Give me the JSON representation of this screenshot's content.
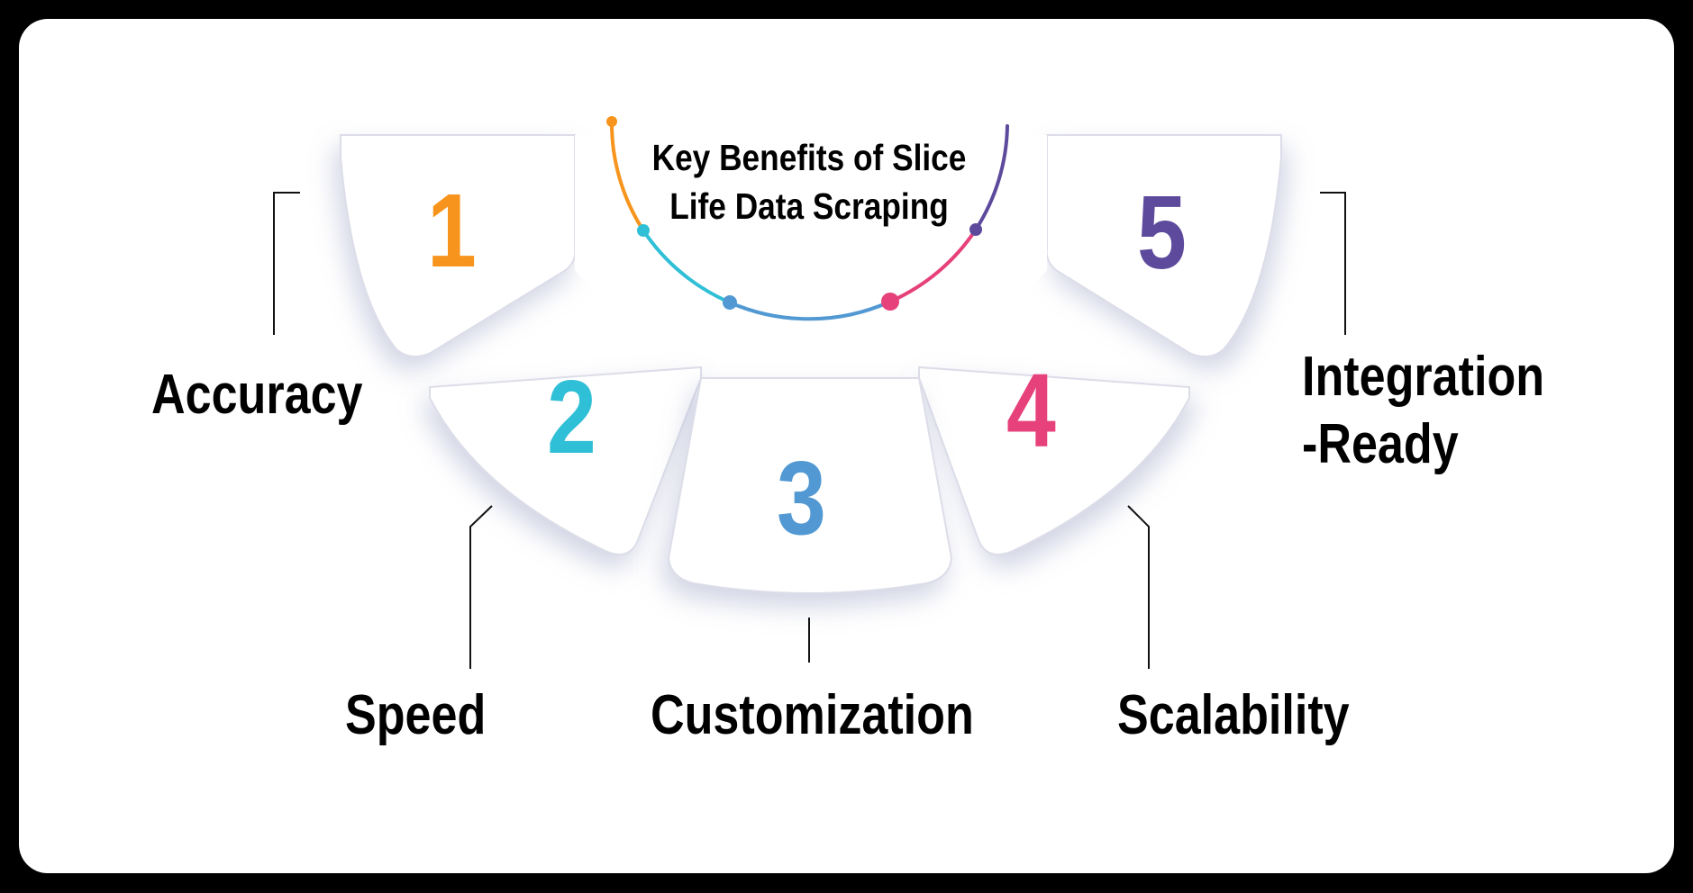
{
  "title": {
    "line1": "Key Benefits of Slice",
    "line2": "Life Data Scraping"
  },
  "colors": {
    "orange": "#F7941D",
    "cyan": "#2FBFD6",
    "blue": "#5299D3",
    "pink": "#E6417A",
    "purple": "#5E4A9C",
    "petal_shadow": "#D4D6E6",
    "text": "#000000",
    "frame": "#000000",
    "card": "#FFFFFF"
  },
  "benefits": [
    {
      "number": "1",
      "label": "Accuracy",
      "color": "#F7941D"
    },
    {
      "number": "2",
      "label": "Speed",
      "color": "#2FBFD6"
    },
    {
      "number": "3",
      "label": "Customization",
      "color": "#5299D3"
    },
    {
      "number": "4",
      "label": "Scalability",
      "color": "#E6417A"
    },
    {
      "number": "5",
      "label_line1": "Integration",
      "label_line2": "-Ready",
      "color": "#5E4A9C"
    }
  ]
}
